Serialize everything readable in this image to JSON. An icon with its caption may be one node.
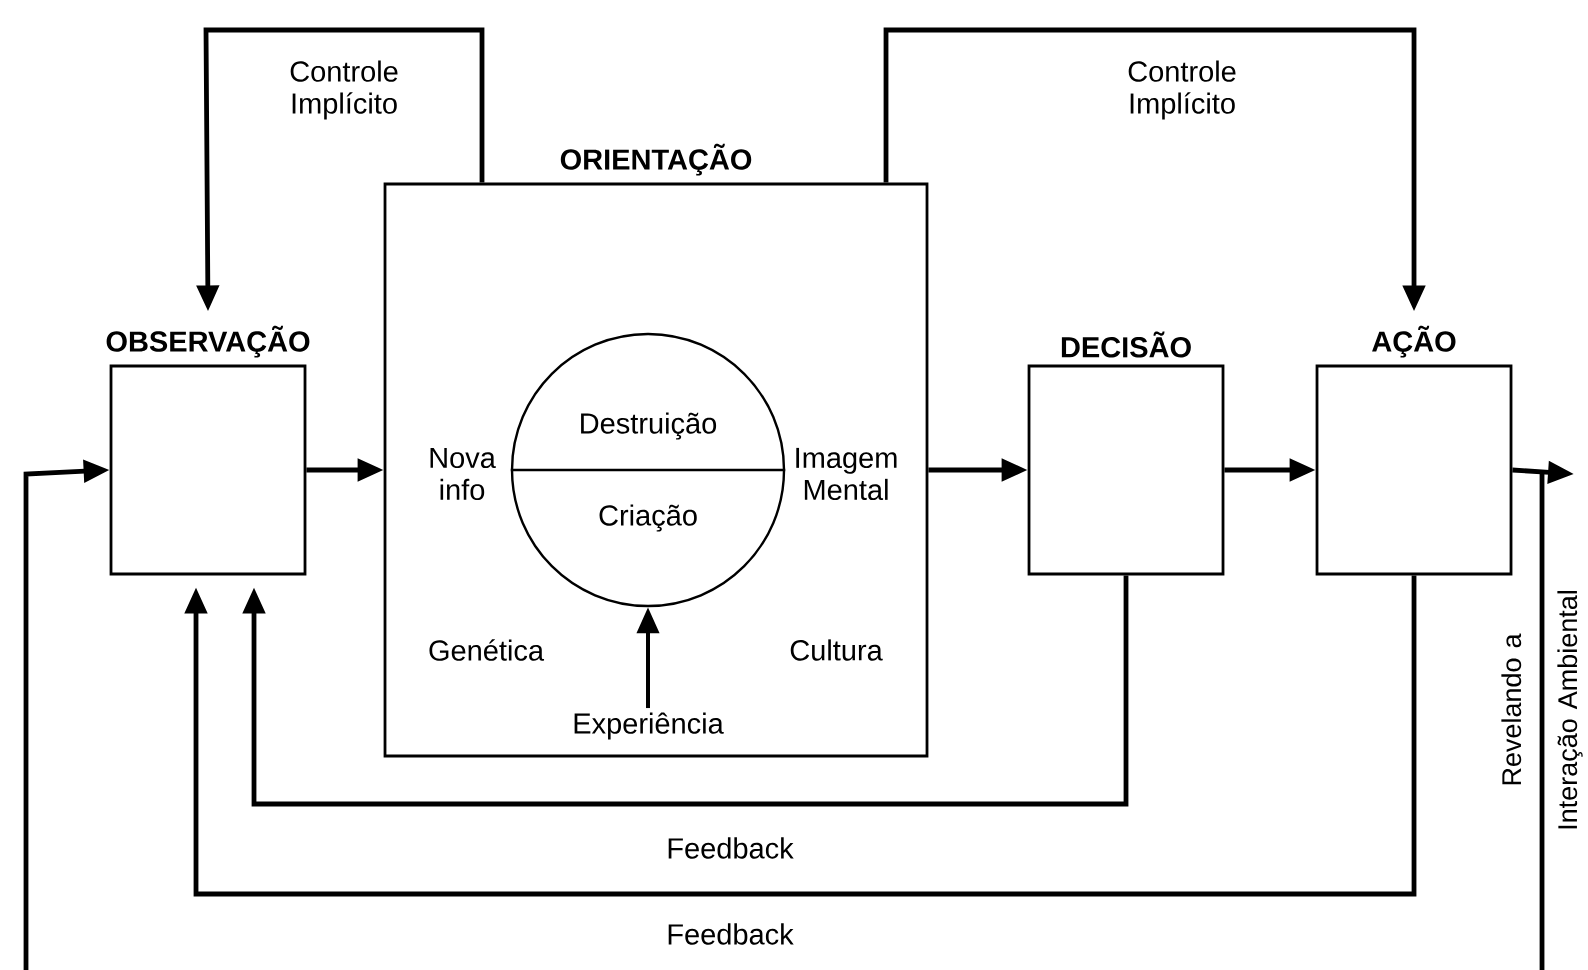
{
  "diagram": {
    "nodes": [
      {
        "text": [
          "OBSERVAÇÃO"
        ]
      },
      {
        "text": [
          "ORIENTAÇÃO"
        ]
      },
      {
        "text": [
          "Destruição",
          "Criação"
        ],
        "in": 1
      },
      {
        "text": [
          "Experiência"
        ],
        "in": 1
      },
      {
        "text": [
          "DECISÃO"
        ]
      },
      {
        "text": [
          "AÇÃO"
        ]
      }
    ],
    "edges": [
      {
        "from": 1,
        "to": 0,
        "arrow": "to",
        "label": "Controle Implícito"
      },
      {
        "from": 1,
        "to": 5,
        "arrow": "to",
        "label": "Controle Implícito"
      },
      {
        "from": null,
        "to": 0,
        "arrow": "to"
      },
      {
        "from": 0,
        "to": 1,
        "arrow": "to"
      },
      {
        "from": 1,
        "to": 4,
        "arrow": "to"
      },
      {
        "from": 4,
        "to": 5,
        "arrow": "to"
      },
      {
        "from": 5,
        "to": null,
        "arrow": "to",
        "label": "Revelando a Interação Ambiental"
      },
      {
        "from": 4,
        "to": 0,
        "arrow": "to",
        "label": "Feedback"
      },
      {
        "from": 5,
        "to": 0,
        "arrow": "to",
        "label": "Feedback"
      },
      {
        "from": 3,
        "to": 2,
        "arrow": "to"
      }
    ],
    "labels": [
      "Nova info",
      "Imagem Mental",
      "Genética",
      "Cultura"
    ]
  }
}
